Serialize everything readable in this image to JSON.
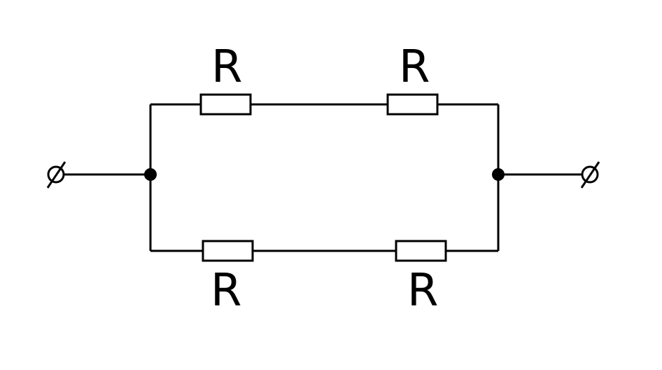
{
  "diagram": {
    "resistor_labels": {
      "top_left": "R",
      "top_right": "R",
      "bottom_left": "R",
      "bottom_right": "R"
    }
  }
}
